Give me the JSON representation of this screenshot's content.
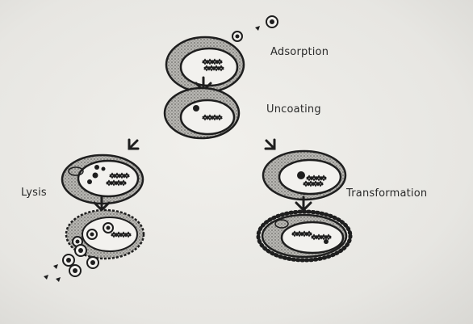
{
  "labels": {
    "adsorption": "Adsorption",
    "uncoating": "Uncoating",
    "lysis": "Lysis",
    "transformation": "Transformation"
  },
  "colors": {
    "ink": "#1e1e1e",
    "cytoplasm": "#a9a8a4",
    "nucleus": "#f2f1ee",
    "background": "#e9e8e4"
  }
}
